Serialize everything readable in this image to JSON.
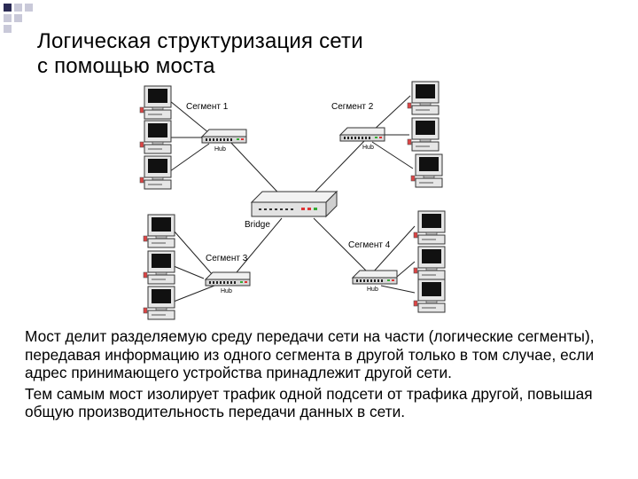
{
  "slide": {
    "title_line1": "Логическая структуризация сети",
    "title_line2": "с помощью моста",
    "paragraph1": "Мост делит разделяемую среду передачи сети на части (логические сегменты), передавая информацию из одного сегмента в другой только в том случае, если адрес принимающего устройства принадлежит другой сети.",
    "paragraph2": "Тем самым мост изолирует трафик одной подсети от трафика другой, повышая общую производительность передачи данных в сети."
  },
  "diagram": {
    "segment1": "Сегмент 1",
    "segment2": "Сегмент 2",
    "segment3": "Сегмент 3",
    "segment4": "Сегмент 4",
    "hub_label": "Hub",
    "bridge_label": "Bridge"
  },
  "colors": {
    "corner_dark": "#2b2b55",
    "corner_light": "#c9c9d9",
    "line": "#222222",
    "device_body": "#e8e8e8"
  }
}
